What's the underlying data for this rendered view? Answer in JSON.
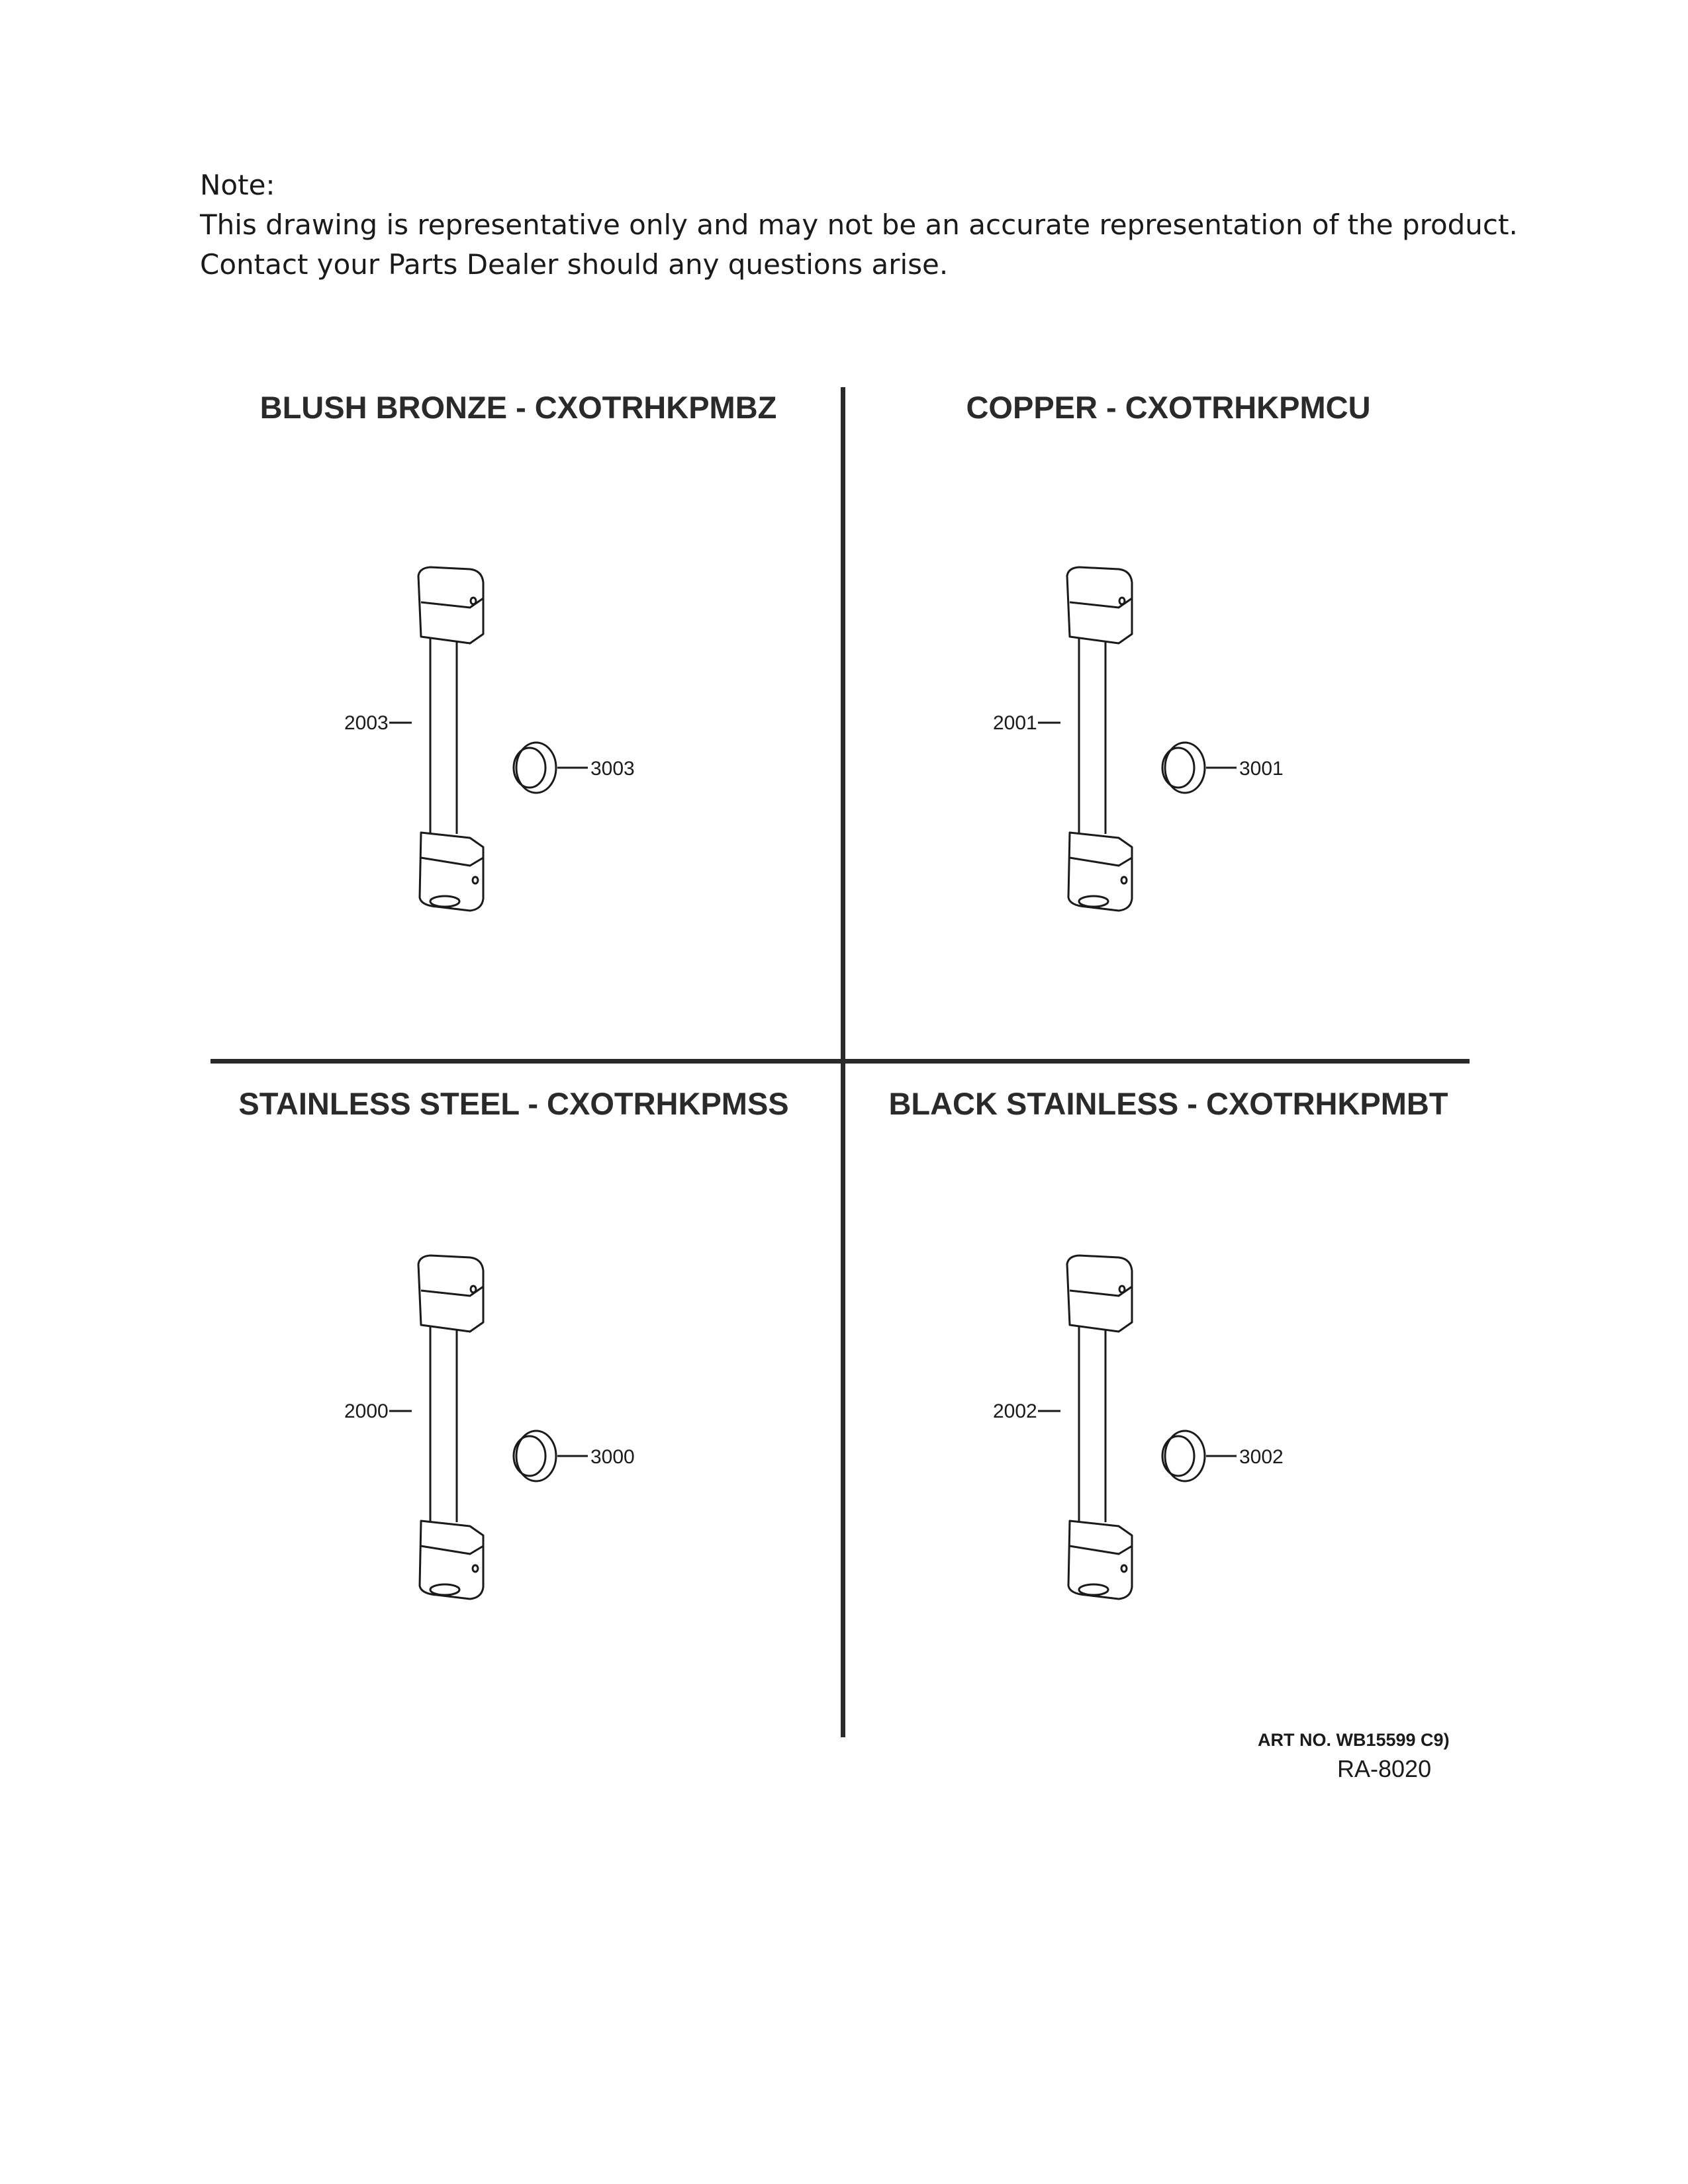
{
  "note": {
    "heading": "Note:",
    "line1": "This drawing is representative only and may not be an accurate representation of the product.",
    "line2": "Contact your Parts Dealer should any questions arise."
  },
  "quadrants": [
    {
      "title": "BLUSH BRONZE - CXOTRHKPMBZ",
      "handle_part": "2003",
      "cap_part": "3003"
    },
    {
      "title": "COPPER - CXOTRHKPMCU",
      "handle_part": "2001",
      "cap_part": "3001"
    },
    {
      "title": "STAINLESS STEEL - CXOTRHKPMSS",
      "handle_part": "2000",
      "cap_part": "3000"
    },
    {
      "title": "BLACK STAINLESS - CXOTRHKPMBT",
      "handle_part": "2002",
      "cap_part": "3002"
    }
  ],
  "footer": {
    "art_no": "ART NO. WB15599 C9)",
    "ref": "RA-8020"
  },
  "colors": {
    "ink": "#1a1a1a",
    "divider": "#2a2a2a",
    "background": "#ffffff"
  }
}
